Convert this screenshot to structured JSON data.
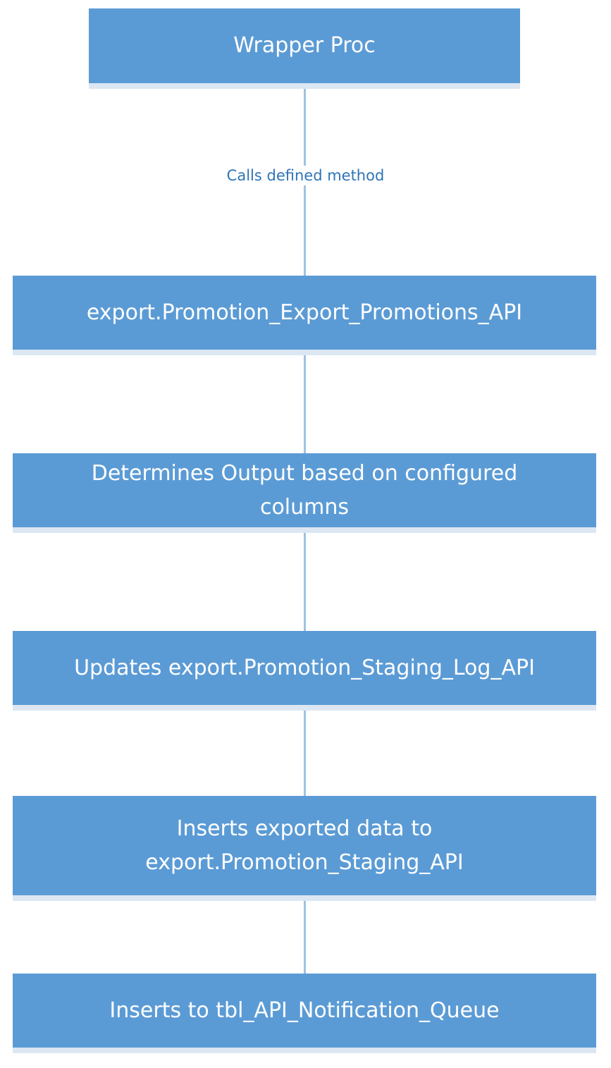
{
  "diagram": {
    "nodes": [
      {
        "id": "wrapper",
        "label": "Wrapper Proc"
      },
      {
        "id": "export_api",
        "label": "export.Promotion_Export_Promotions_API"
      },
      {
        "id": "determines",
        "label": "Determines Output based on configured columns"
      },
      {
        "id": "updates",
        "label": "Updates export.Promotion_Staging_Log_API"
      },
      {
        "id": "inserts_staging",
        "label": "Inserts exported data to export.Promotion_Staging_API"
      },
      {
        "id": "inserts_queue",
        "label": "Inserts to tbl_API_Notification_Queue"
      }
    ],
    "edges": [
      {
        "from": "wrapper",
        "to": "export_api",
        "label": "Calls defined method"
      },
      {
        "from": "export_api",
        "to": "determines"
      },
      {
        "from": "determines",
        "to": "updates"
      },
      {
        "from": "updates",
        "to": "inserts_staging"
      },
      {
        "from": "inserts_staging",
        "to": "inserts_queue"
      }
    ]
  },
  "colors": {
    "box_fill": "#5b9bd5",
    "box_text": "#ffffff",
    "connector": "#9dc3e6",
    "edge_label": "#2e75b6"
  }
}
